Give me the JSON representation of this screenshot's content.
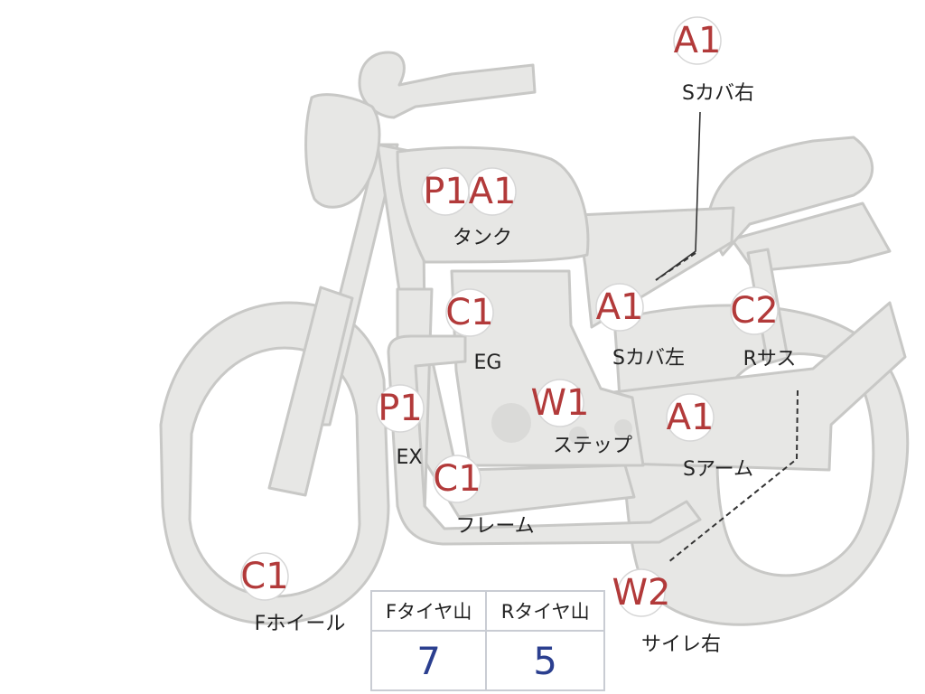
{
  "badges": [
    {
      "id": "s-cover-right",
      "codes": [
        "A1"
      ],
      "label": "Sカバ右"
    },
    {
      "id": "tank",
      "codes": [
        "P1",
        "A1"
      ],
      "label": "タンク"
    },
    {
      "id": "engine",
      "codes": [
        "C1"
      ],
      "label": "EG"
    },
    {
      "id": "s-cover-left",
      "codes": [
        "A1"
      ],
      "label": "Sカバ左"
    },
    {
      "id": "rear-suspension",
      "codes": [
        "C2"
      ],
      "label": "Rサス"
    },
    {
      "id": "exhaust",
      "codes": [
        "P1"
      ],
      "label": "EX"
    },
    {
      "id": "step",
      "codes": [
        "W1"
      ],
      "label": "ステップ"
    },
    {
      "id": "swing-arm",
      "codes": [
        "A1"
      ],
      "label": "Sアーム"
    },
    {
      "id": "frame",
      "codes": [
        "C1"
      ],
      "label": "フレーム"
    },
    {
      "id": "front-wheel",
      "codes": [
        "C1"
      ],
      "label": "Fホイール"
    },
    {
      "id": "silencer-right",
      "codes": [
        "W2"
      ],
      "label": "サイレ右"
    }
  ],
  "tread_table": {
    "headers": [
      "Fタイヤ山",
      "Rタイヤ山"
    ],
    "values": [
      "7",
      "5"
    ]
  },
  "colors": {
    "code": "#b23a3a",
    "value": "#2b3f8f",
    "part_fill": "#e7e7e5",
    "part_stroke": "#c8c8c6"
  }
}
